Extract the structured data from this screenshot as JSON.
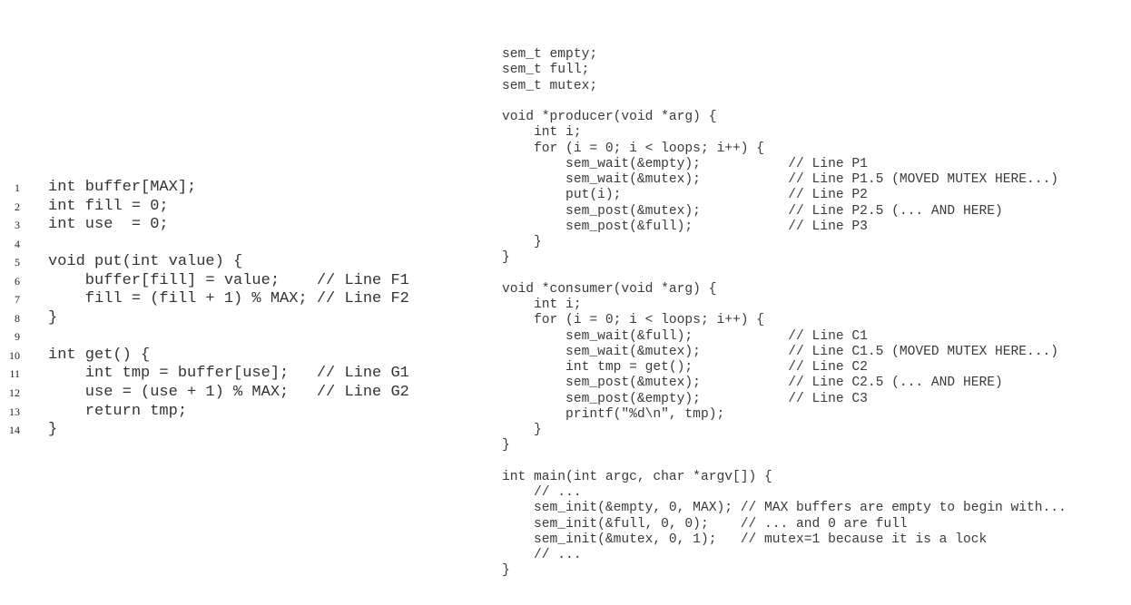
{
  "left_listing": {
    "lines": [
      {
        "num": "1",
        "code": "int buffer[MAX];"
      },
      {
        "num": "2",
        "code": "int fill = 0;"
      },
      {
        "num": "3",
        "code": "int use  = 0;"
      },
      {
        "num": "4",
        "code": ""
      },
      {
        "num": "5",
        "code": "void put(int value) {"
      },
      {
        "num": "6",
        "code": "    buffer[fill] = value;    // Line F1"
      },
      {
        "num": "7",
        "code": "    fill = (fill + 1) % MAX; // Line F2"
      },
      {
        "num": "8",
        "code": "}"
      },
      {
        "num": "9",
        "code": ""
      },
      {
        "num": "10",
        "code": "int get() {"
      },
      {
        "num": "11",
        "code": "    int tmp = buffer[use];   // Line G1"
      },
      {
        "num": "12",
        "code": "    use = (use + 1) % MAX;   // Line G2"
      },
      {
        "num": "13",
        "code": "    return tmp;"
      },
      {
        "num": "14",
        "code": "}"
      }
    ]
  },
  "right_listing": {
    "lines": [
      "sem_t empty;",
      "sem_t full;",
      "sem_t mutex;",
      "",
      "void *producer(void *arg) {",
      "    int i;",
      "    for (i = 0; i < loops; i++) {",
      "        sem_wait(&empty);           // Line P1",
      "        sem_wait(&mutex);           // Line P1.5 (MOVED MUTEX HERE...)",
      "        put(i);                     // Line P2",
      "        sem_post(&mutex);           // Line P2.5 (... AND HERE)",
      "        sem_post(&full);            // Line P3",
      "    }",
      "}",
      "",
      "void *consumer(void *arg) {",
      "    int i;",
      "    for (i = 0; i < loops; i++) {",
      "        sem_wait(&full);            // Line C1",
      "        sem_wait(&mutex);           // Line C1.5 (MOVED MUTEX HERE...)",
      "        int tmp = get();            // Line C2",
      "        sem_post(&mutex);           // Line C2.5 (... AND HERE)",
      "        sem_post(&empty);           // Line C3",
      "        printf(\"%d\\n\", tmp);",
      "    }",
      "}",
      "",
      "int main(int argc, char *argv[]) {",
      "    // ...",
      "    sem_init(&empty, 0, MAX); // MAX buffers are empty to begin with...",
      "    sem_init(&full, 0, 0);    // ... and 0 are full",
      "    sem_init(&mutex, 0, 1);   // mutex=1 because it is a lock",
      "    // ...",
      "}"
    ]
  }
}
